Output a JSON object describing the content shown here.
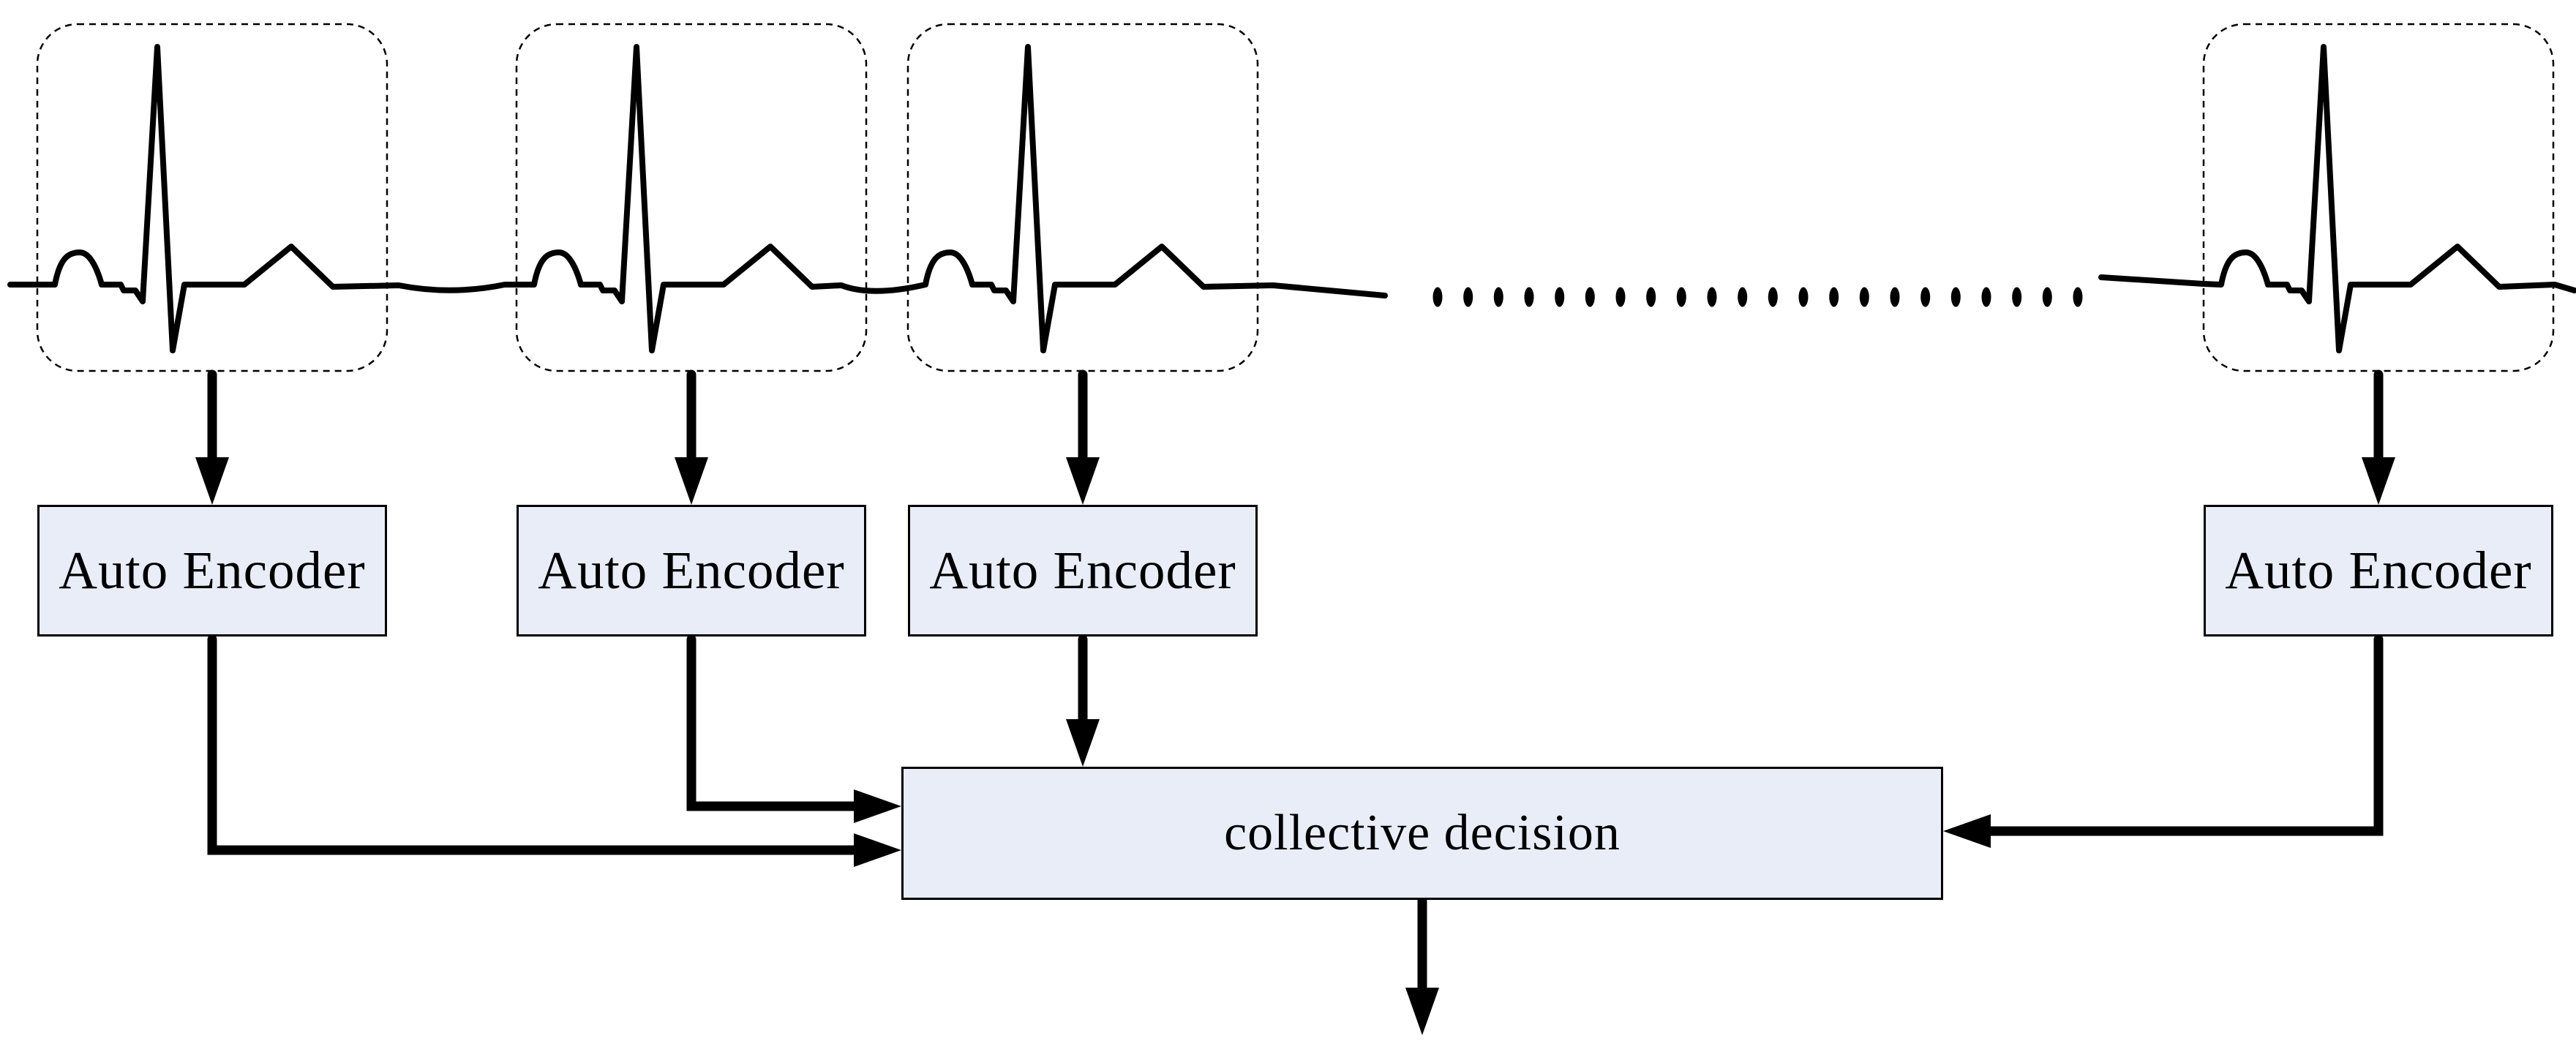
{
  "diagram": {
    "type": "flow-diagram",
    "background": "#ffffff",
    "stroke_color": "#000000",
    "node_fill": "#e8edf7",
    "node_border": "#000000",
    "signal_windows": [
      {
        "id": "segment-1",
        "content": "ecg-heartbeat-waveform"
      },
      {
        "id": "segment-2",
        "content": "ecg-heartbeat-waveform"
      },
      {
        "id": "segment-3",
        "content": "ecg-heartbeat-waveform"
      },
      {
        "id": "segment-4",
        "content": "ecg-heartbeat-waveform"
      }
    ],
    "encoders": [
      {
        "id": "encoder-1",
        "label": "Auto Encoder"
      },
      {
        "id": "encoder-2",
        "label": "Auto Encoder"
      },
      {
        "id": "encoder-3",
        "label": "Auto Encoder"
      },
      {
        "id": "encoder-4",
        "label": "Auto Encoder"
      }
    ],
    "decision": {
      "id": "decision",
      "label": "collective decision"
    },
    "ellipsis": {
      "dot_count": 22
    },
    "edges": [
      {
        "from": "segment-1",
        "to": "encoder-1"
      },
      {
        "from": "segment-2",
        "to": "encoder-2"
      },
      {
        "from": "segment-3",
        "to": "encoder-3"
      },
      {
        "from": "segment-4",
        "to": "encoder-4"
      },
      {
        "from": "encoder-1",
        "to": "decision"
      },
      {
        "from": "encoder-2",
        "to": "decision"
      },
      {
        "from": "encoder-3",
        "to": "decision"
      },
      {
        "from": "encoder-4",
        "to": "decision"
      },
      {
        "from": "decision",
        "to": "output"
      }
    ]
  }
}
